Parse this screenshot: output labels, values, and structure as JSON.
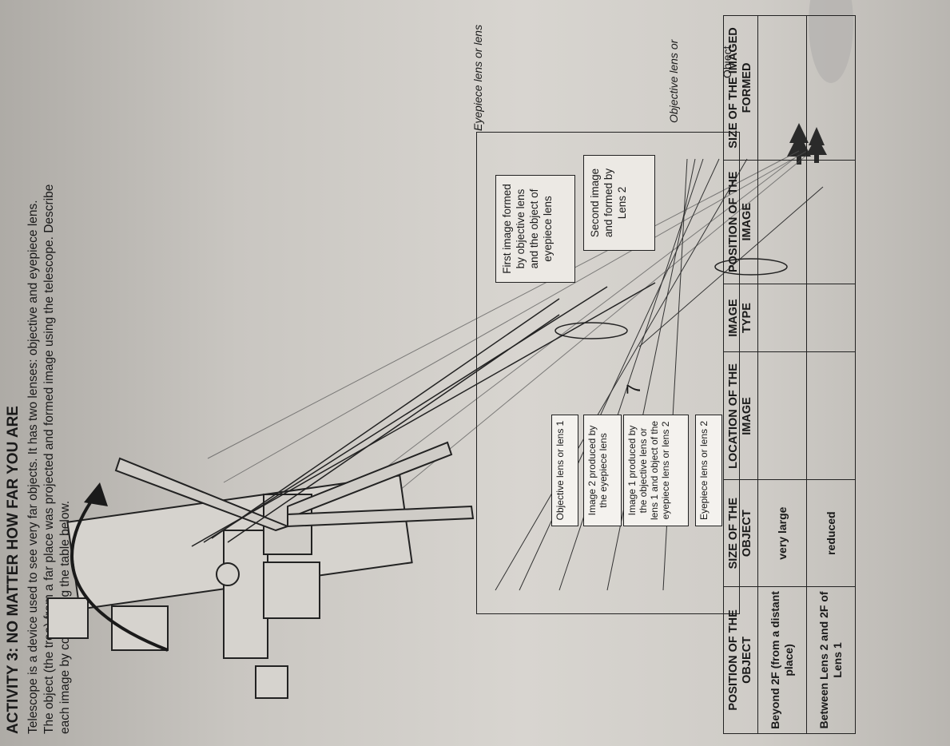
{
  "activity": {
    "title": "ACTIVITY 3: NO MATTER HOW FAR YOU ARE",
    "intro_lines": [
      "Telescope is a device used to see very far objects. It has two lenses: objective and eyepiece lens.",
      "The object (the tree) from a far place was projected and formed image using the telescope. Describe",
      "each image by completing the table below."
    ]
  },
  "diagram": {
    "object_label": "Object",
    "callouts": [
      "Objective lens or lens 1",
      "Image 2 produced by the eyepiece lens",
      "Image 1 produced by the objective lens or lens 1 and object of the eyepiece lens or lens 2",
      "Eyepiece lens or lens 2"
    ],
    "inset": {
      "first_image": "First image formed by objective lens and the object of eyepiece lens",
      "second_image": "Second image and formed by Lens 2",
      "objective_label": "Objective lens or",
      "eyepiece_label": "Eyepiece lens or lens"
    }
  },
  "table": {
    "headers": [
      "POSITION OF THE OBJECT",
      "SIZE OF THE OBJECT",
      "LOCATION OF THE IMAGE",
      "IMAGE TYPE",
      "POSITION OF THE IMAGE",
      "SIZE OF THE IMAGED FORMED"
    ],
    "rows": [
      [
        "Beyond 2F (from a distant place)",
        "very large",
        "",
        "",
        "",
        ""
      ],
      [
        "Between Lens 2 and 2F of Lens 1",
        "reduced",
        "",
        "",
        "",
        ""
      ]
    ]
  },
  "page_number": "7"
}
